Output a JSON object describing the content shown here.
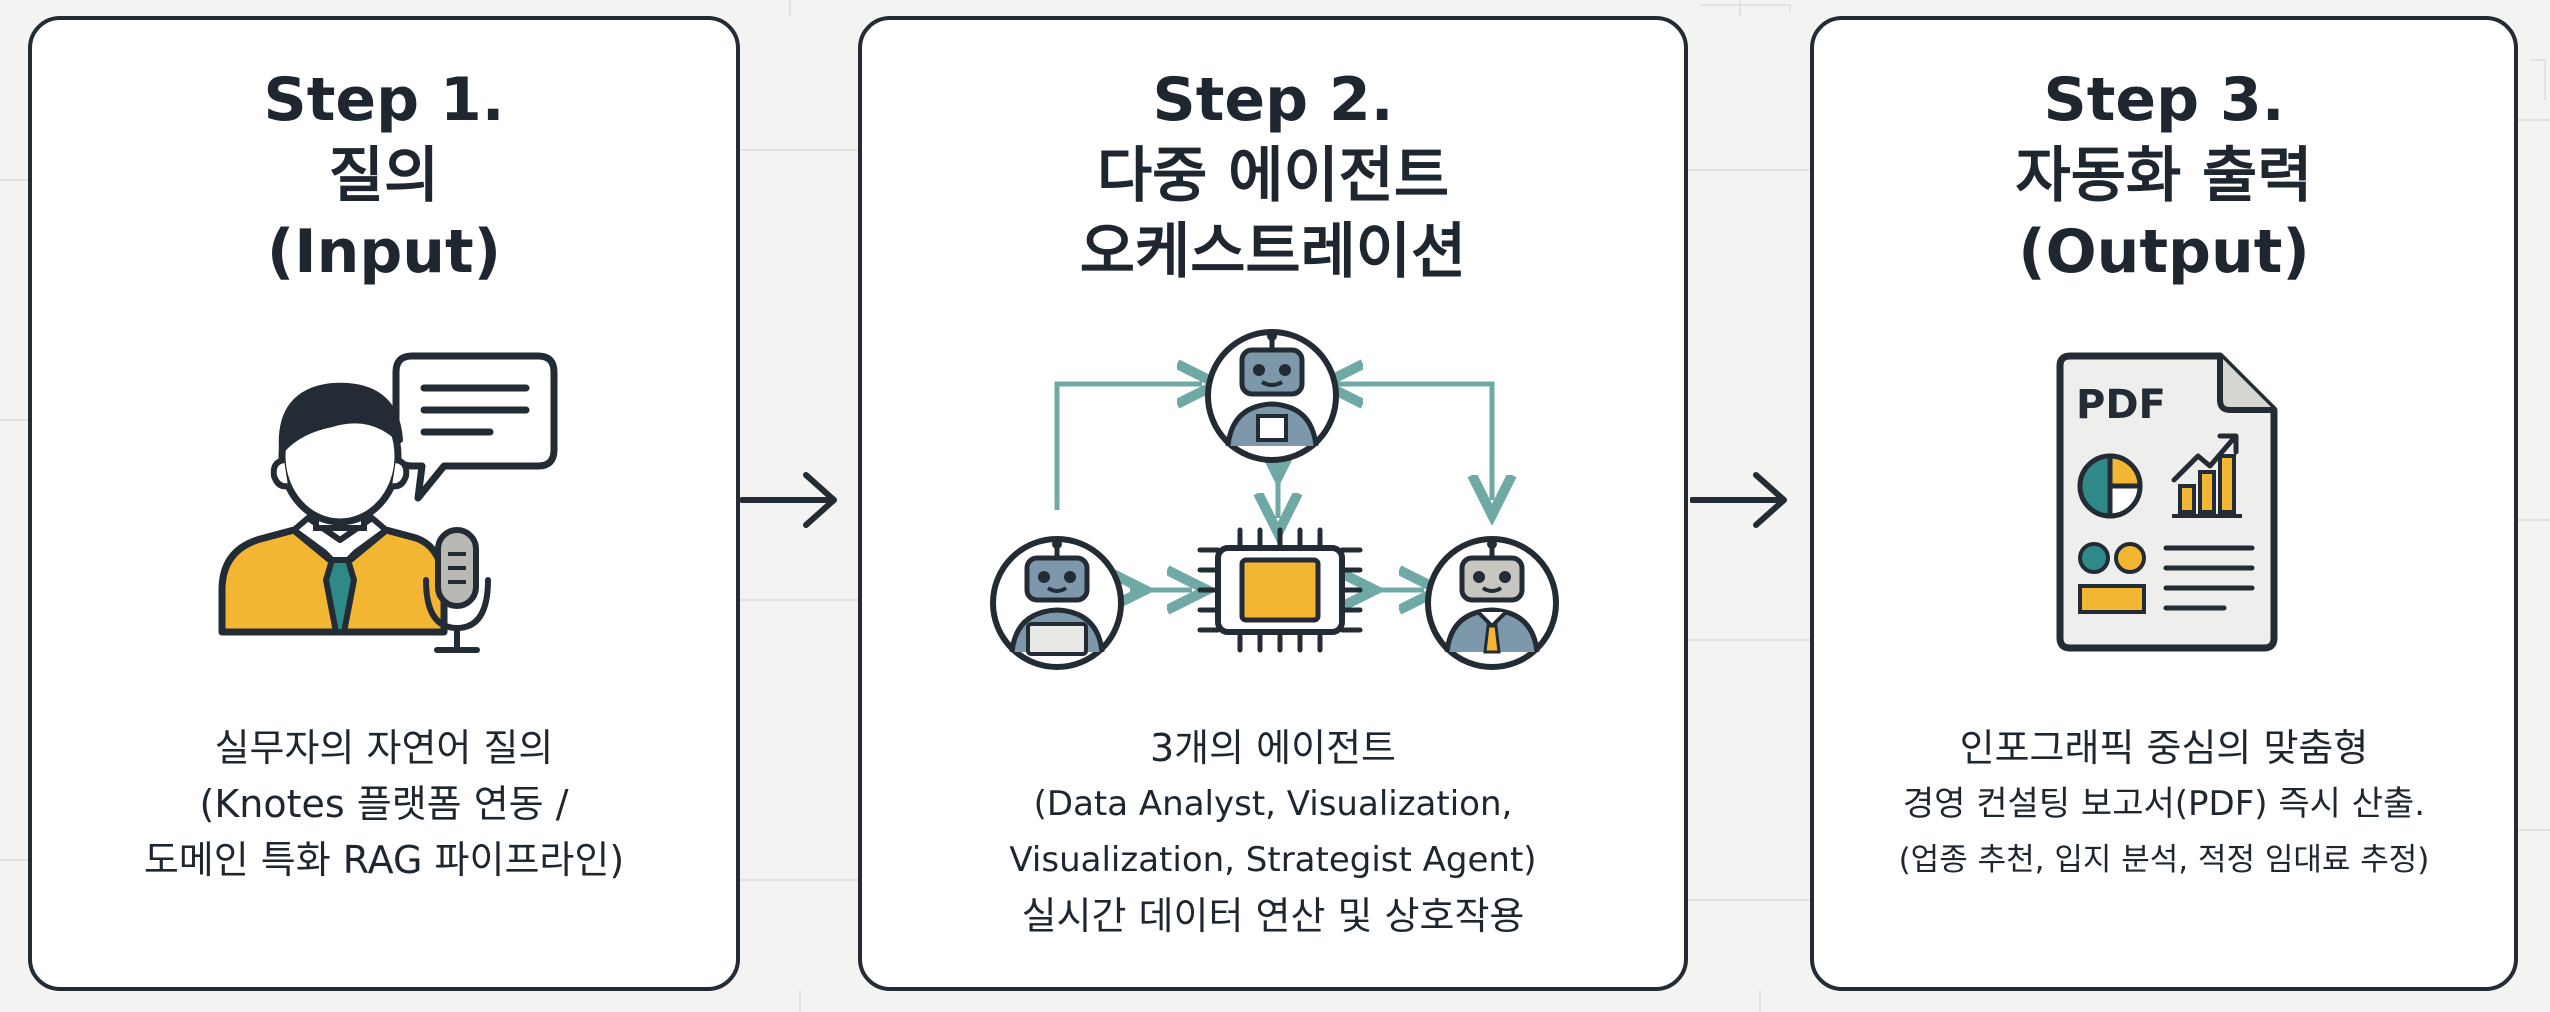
{
  "steps": [
    {
      "title": [
        "Step 1.",
        "질의",
        "(Input)"
      ],
      "description": [
        "실무자의 자연어 질의",
        "(Knotes 플랫폼 연동 /",
        "도메인 특화 RAG 파이프라인)"
      ]
    },
    {
      "title": [
        "Step 2.",
        "다중 에이전트",
        "오케스트레이션"
      ],
      "description": [
        "3개의 에이전트",
        "(Data Analyst, Visualization,",
        "Visualization, Strategist Agent)",
        "실시간 데이터 연산 및 상호작용"
      ]
    },
    {
      "title": [
        "Step 3.",
        "자동화 출력",
        "(Output)"
      ],
      "description": [
        "인포그래픽 중심의 맞춤형",
        "경영 컨설팅 보고서(PDF) 즉시 산출.",
        "(업종 추천, 입지 분석, 적정 임대료 추정)"
      ]
    }
  ],
  "document_icon_label": "PDF",
  "colors": {
    "border": "#232b35",
    "accent_yellow": "#f2b632",
    "accent_teal": "#2f8a87",
    "robot_blue": "#7c98aa",
    "arrow_teal": "#6fa9a6",
    "background": "#f3f3f1"
  }
}
